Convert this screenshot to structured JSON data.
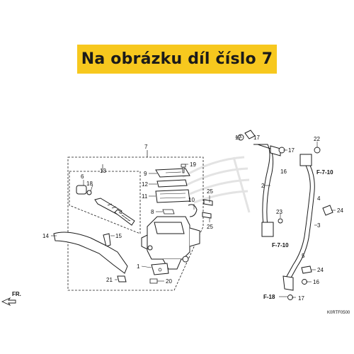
{
  "banner": {
    "text": "Na obrázku díl číslo 7"
  },
  "callouts": {
    "c1": "1",
    "c2": "2",
    "c3": "3",
    "c4": "4",
    "c5": "5",
    "c6": "6",
    "c7": "7",
    "c8": "8",
    "c9": "9",
    "c10": "10",
    "c11": "11",
    "c12": "12",
    "c13": "13",
    "c14": "14",
    "c15": "15",
    "c16a": "16",
    "c16b": "16",
    "c17a": "17",
    "c17b": "17",
    "c17c": "17",
    "c18": "18",
    "c19": "19",
    "c20": "20",
    "c21": "21",
    "c22": "22",
    "c23": "23",
    "c24a": "24",
    "c24b": "24",
    "c25a": "25",
    "c25b": "25"
  },
  "references": {
    "r1": "F-7-10",
    "r2": "F-7-10",
    "r3": "F-18"
  },
  "front_arrow": "FR.",
  "diagram_code": "K0RTF0500",
  "colors": {
    "banner": "#f7c81e",
    "line": "#1a1a1a",
    "watermark": "#e3e3e3"
  }
}
